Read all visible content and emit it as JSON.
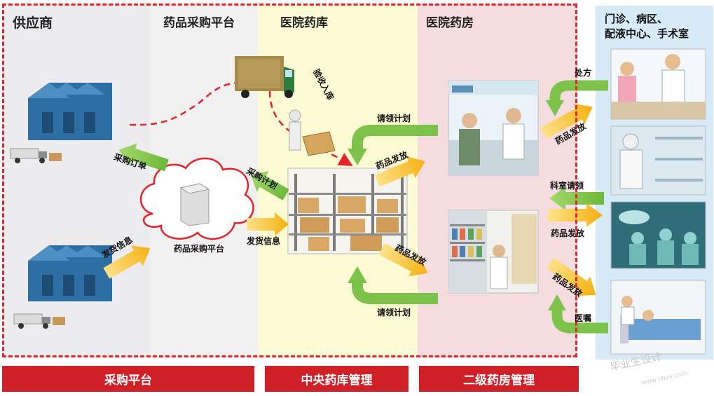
{
  "columns": {
    "supplier": "供应商",
    "platform": "药品采购平台",
    "warehouse": "医院药库",
    "pharmacy": "医院药房",
    "departments": [
      "门诊、病区、",
      "配液中心、手术室"
    ]
  },
  "cloud_label": "药品采购平台",
  "flow_labels": {
    "purchase_order": "采购订单",
    "shipping_info_left": "发货信息",
    "purchase_plan": "采购计划",
    "shipping_info_right": "发货信息",
    "inspection_storage": "验收入库",
    "requisition_plan_top": "请领计划",
    "drug_dispense_top": "药品发放",
    "drug_dispense_mid": "药品发放",
    "requisition_plan_bottom": "请领计划",
    "prescription": "处方",
    "drug_dispense_r1": "药品发放",
    "dept_requisition": "科室请领",
    "drug_dispense_r2": "药品发放",
    "drug_dispense_r3": "药品发放",
    "doctor_order": "医嘱"
  },
  "bottom_bars": {
    "procurement": "采购平台",
    "central": "中央药库管理",
    "secondary": "二级药房管理"
  },
  "watermark": {
    "main": "毕业生设计",
    "url": "www.sbvv.com"
  },
  "colors": {
    "green_arrow": "#7dc24b",
    "yellow_arrow": "#f6b81c",
    "red_dash": "#e3242b",
    "bar_red": "#cf1f27"
  }
}
